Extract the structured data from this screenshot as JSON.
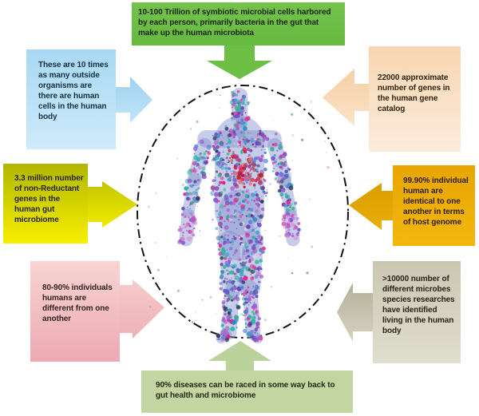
{
  "diagram": {
    "subject": "human-microbiome-facts",
    "center": {
      "figure": "particle-art-human-body",
      "boundary": "dash-dot-ellipse",
      "boundary_color": "#141414"
    },
    "callouts": {
      "top": {
        "text": "10-100 Trillion of symbiotic microbial cells harbored by each person, primarily bacteria in the gut that make up the human microbiota",
        "color": "#6cbe45",
        "arrow": "down"
      },
      "top_left": {
        "text": "These are 10 times as many outside organisms are there are human cells in the human body",
        "color": "#a7d8f3",
        "arrow": "right"
      },
      "top_right": {
        "text": "22000 approximate number of genes in the human gene catalog",
        "color": "#f9d5b0",
        "arrow": "left"
      },
      "mid_left": {
        "text": "3.3 million number of non-Reductant genes in the human gut microbiome",
        "color": "#d8d800",
        "arrow": "right"
      },
      "mid_right": {
        "text": "99.90% individual human are identical to one another in terms of host genome",
        "color": "#efac00",
        "arrow": "left"
      },
      "bottom_left": {
        "text": "80-90% individuals humans are different from one another",
        "color": "#f2c0c3",
        "arrow": "right"
      },
      "bottom_right": {
        "text": ">10000 number of different microbes species researches have identified living in the human body",
        "color": "#c9c5b1",
        "arrow": "left"
      },
      "bottom": {
        "text": "90% diseases can be raced in some way back to gut health and microbiome",
        "color": "#c3d6a2",
        "arrow": "up"
      }
    }
  }
}
